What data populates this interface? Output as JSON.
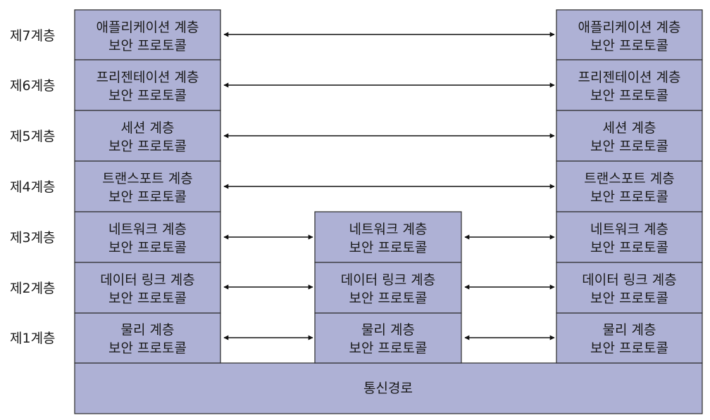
{
  "colors": {
    "box_fill": "#aeb1d5",
    "box_stroke": "#2a2a2a",
    "arrow": "#111111"
  },
  "layers": [
    {
      "label": "제7계층",
      "name": "애플리케이션 계층",
      "sub": "보안 프로토콜"
    },
    {
      "label": "제6계층",
      "name": "프리젠테이션 계층",
      "sub": "보안 프로토콜"
    },
    {
      "label": "제5계층",
      "name": "세션 계층",
      "sub": "보안 프로토콜"
    },
    {
      "label": "제4계층",
      "name": "트랜스포트 계층",
      "sub": "보안 프로토콜"
    },
    {
      "label": "제3계층",
      "name": "네트워크 계층",
      "sub": "보안 프로토콜"
    },
    {
      "label": "제2계층",
      "name": "데이터 링크 계층",
      "sub": "보안 프로토콜"
    },
    {
      "label": "제1계층",
      "name": "물리 계층",
      "sub": "보안 프로토콜"
    }
  ],
  "middle_layers": [
    {
      "name": "네트워크 계층",
      "sub": "보안 프로토콜"
    },
    {
      "name": "데이터 링크 계층",
      "sub": "보안 프로토콜"
    },
    {
      "name": "물리 계층",
      "sub": "보안 프로토콜"
    }
  ],
  "channel": {
    "label": "통신경로"
  }
}
